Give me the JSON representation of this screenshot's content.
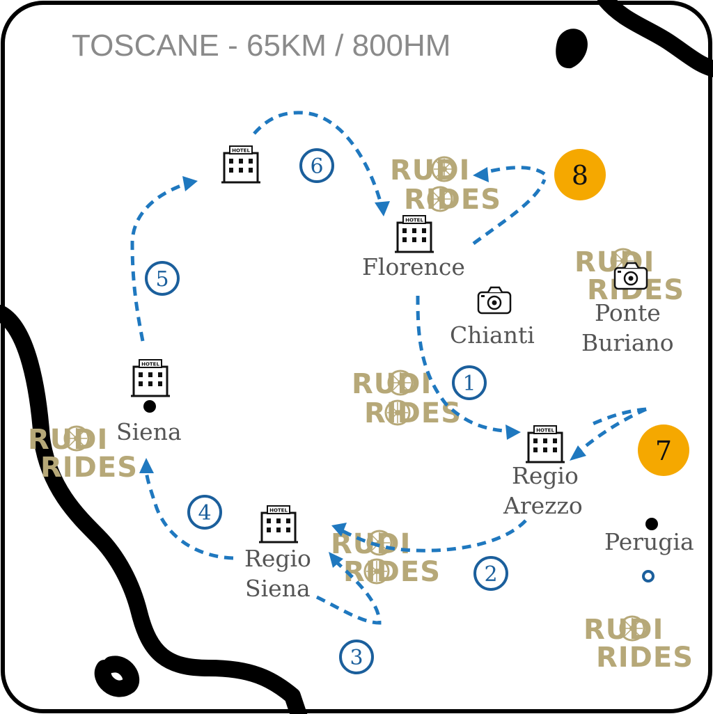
{
  "title": "TOSCANE - 65KM / 800HM",
  "places": {
    "florence": "Florence",
    "chianti": "Chianti",
    "ponte_buriano_line1": "Ponte",
    "ponte_buriano_line2": "Buriano",
    "siena": "Siena",
    "regio_arezzo_line1": "Regio",
    "regio_arezzo_line2": "Arezzo",
    "regio_siena_line1": "Regio",
    "regio_siena_line2": "Siena",
    "perugia": "Perugia"
  },
  "steps": [
    "1",
    "2",
    "3",
    "4",
    "5",
    "6"
  ],
  "badges": {
    "seven": "7",
    "eight": "8",
    "color": "#f5a800"
  },
  "hotel_label": "HOTEL",
  "watermark": {
    "line1": "RUDI",
    "line2": "RIDES",
    "color": "#b6a878"
  },
  "icons": {
    "hotel": "hotel-building-icon",
    "camera": "camera-icon",
    "city": "city-dot-icon"
  },
  "colors": {
    "route": "#1f78bf",
    "step": "#1b5f9c",
    "title": "#8a8a8a",
    "place": "#555555"
  }
}
